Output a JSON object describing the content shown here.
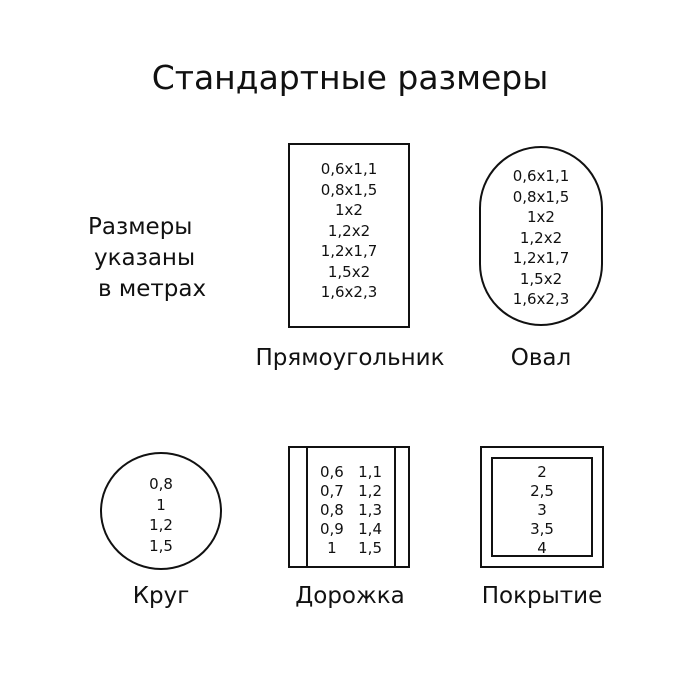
{
  "title": "Стандартные размеры",
  "note": [
    "Размеры",
    "указаны",
    "в метрах"
  ],
  "shapes": {
    "rectangle": {
      "label": "Прямоугольник",
      "sizes": [
        "0,6x1,1",
        "0,8x1,5",
        "1x2",
        "1,2x2",
        "1,2x1,7",
        "1,5x2",
        "1,6x2,3"
      ]
    },
    "oval": {
      "label": "Овал",
      "sizes": [
        "0,6x1,1",
        "0,8x1,5",
        "1x2",
        "1,2x2",
        "1,2x1,7",
        "1,5x2",
        "1,6x2,3"
      ]
    },
    "circle": {
      "label": "Круг",
      "sizes": [
        "0,8",
        "1",
        "1,2",
        "1,5"
      ]
    },
    "runner": {
      "label": "Дорожка",
      "widths": [
        "0,6",
        "0,7",
        "0,8",
        "0,9",
        "1"
      ],
      "widths2": [
        "1,1",
        "1,2",
        "1,3",
        "1,4",
        "1,5"
      ]
    },
    "cover": {
      "label": "Покрытие",
      "sizes": [
        "2",
        "2,5",
        "3",
        "3,5",
        "4"
      ]
    }
  }
}
